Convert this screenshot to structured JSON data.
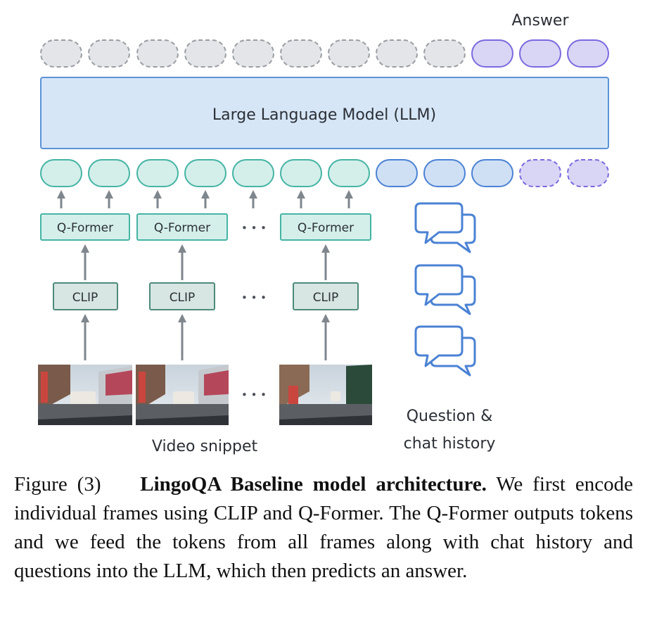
{
  "figure": {
    "answer_label": "Answer",
    "llm_label": "Large Language Model (LLM)",
    "qformer_label": "Q-Former",
    "clip_label": "CLIP",
    "ellipsis": "• • •",
    "video_label": "Video snippet",
    "question_label_line1": "Question &",
    "question_label_line2": "chat history",
    "colors": {
      "masked_token": "#e3e5e8",
      "answer_token": "#d9d5f5",
      "answer_stroke": "#7b6ae0",
      "vision_token": "#d4efea",
      "vision_stroke": "#45b4a4",
      "text_token": "#cfe0f5",
      "text_stroke": "#4b82d4",
      "llm_fill": "#d6e6f7",
      "llm_stroke": "#5b92d6",
      "clip_fill": "#d7e6e2",
      "clip_stroke": "#4d8a7a",
      "arrow": "#7f868d"
    }
  },
  "caption": {
    "label": "Figure (3)",
    "title": "LingoQA Baseline model architecture.",
    "body": "We first encode individual frames using CLIP and Q-Former. The Q-Former outputs tokens and we feed the tokens from all frames along with chat history and questions into the LLM, which then predicts an answer."
  }
}
